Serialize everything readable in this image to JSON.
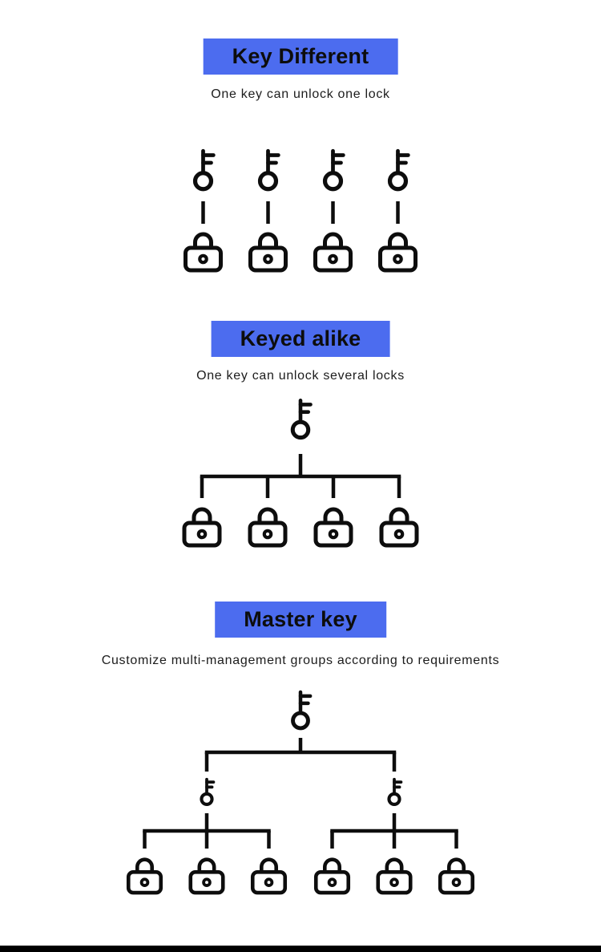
{
  "page": {
    "background_color": "#ffffff",
    "accent_color": "#4c6cef",
    "icon_color": "#0d0d0d",
    "footer_bar_color": "#000000"
  },
  "sections": [
    {
      "id": "key-different",
      "title": "Key Different",
      "subtitle": "One key can unlock one lock",
      "diagram": {
        "type": "one_to_one_pairs",
        "keys": 4,
        "locks": 4
      }
    },
    {
      "id": "keyed-alike",
      "title": "Keyed alike",
      "subtitle": "One key can unlock several locks",
      "diagram": {
        "type": "one_to_many",
        "keys": 1,
        "locks": 4
      }
    },
    {
      "id": "master-key",
      "title": "Master key",
      "subtitle": "Customize multi-management groups according to requirements",
      "diagram": {
        "type": "master_hierarchy",
        "master_keys": 1,
        "sub_keys": 2,
        "locks_per_sub_key": 3
      }
    }
  ]
}
